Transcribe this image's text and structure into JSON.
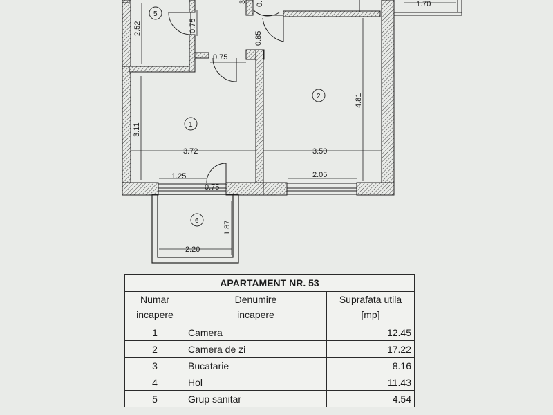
{
  "plan": {
    "rooms": [
      {
        "id": "1",
        "number": "1"
      },
      {
        "id": "2",
        "number": "2"
      },
      {
        "id": "5",
        "number": "5"
      },
      {
        "id": "6",
        "number": "6"
      }
    ],
    "dimensions": {
      "d_2_52": "2.52",
      "d_0_75_bath": "0.75",
      "d_3_partial": "3",
      "d_0_partial": "0.",
      "d_0_85": "0.85",
      "d_1_70": "1.70",
      "d_0_75_hall": "0.75",
      "d_3_11": "3.11",
      "d_3_72": "3.72",
      "d_4_81": "4.81",
      "d_3_50": "3.50",
      "d_1_25": "1.25",
      "d_0_75_door": "0.75",
      "d_2_05": "2.05",
      "d_1_87": "1.87",
      "d_2_20": "2.20"
    }
  },
  "table": {
    "title": "APARTAMENT NR. 53",
    "headers": {
      "nr": [
        "Numar",
        "incapere"
      ],
      "name": [
        "Denumire",
        "incapere"
      ],
      "area": [
        "Suprafata utila",
        "[mp]"
      ]
    },
    "rows": [
      {
        "nr": "1",
        "name": "Camera",
        "area": "12.45"
      },
      {
        "nr": "2",
        "name": "Camera de zi",
        "area": "17.22"
      },
      {
        "nr": "3",
        "name": "Bucatarie",
        "area": "8.16"
      },
      {
        "nr": "4",
        "name": "Hol",
        "area": "11.43"
      },
      {
        "nr": "5",
        "name": "Grup sanitar",
        "area": "4.54"
      }
    ]
  }
}
